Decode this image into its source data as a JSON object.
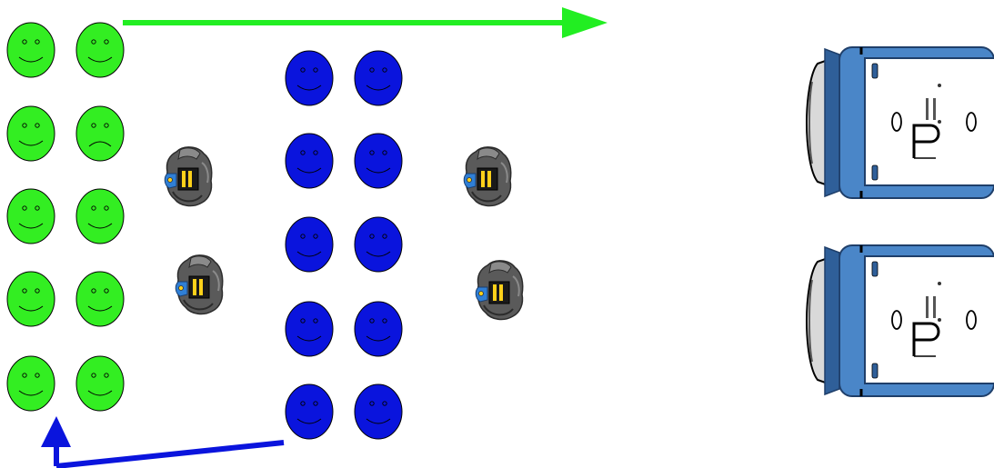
{
  "colors": {
    "background": "#ffffff",
    "green_face": "#33ee22",
    "blue_face": "#0a14dd",
    "green_arrow": "#22ee22",
    "blue_arrow": "#0a14dd",
    "guard_helmet": "#555555",
    "guard_visor": "#2f7fd6",
    "vehicle_body": "#4a86c8",
    "vehicle_panel": "#ffffff"
  },
  "groups": {
    "green_people": {
      "rows": 5,
      "cols": 2,
      "expressions": [
        "smile",
        "smile",
        "smile",
        "frown",
        "smile",
        "smile",
        "smile",
        "smile",
        "smile",
        "smile"
      ]
    },
    "blue_people": {
      "rows": 5,
      "cols": 2
    },
    "guards": {
      "count": 4,
      "icon": "guard-robot-icon"
    },
    "vehicles": {
      "count": 2,
      "icon": "police-vehicle-icon",
      "label": "P"
    }
  },
  "arrows": [
    {
      "name": "green-arrow",
      "direction": "right"
    },
    {
      "name": "blue-arrow",
      "direction": "left-up"
    }
  ]
}
